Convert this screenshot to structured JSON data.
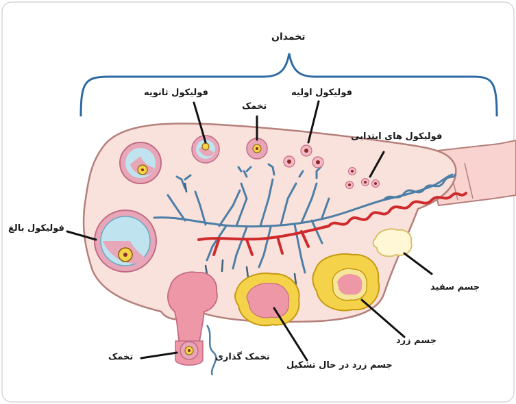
{
  "labels": {
    "ovary": "تخمدان",
    "secondary_follicle": "فولیکول ثانویه",
    "egg_top": "تخمک",
    "primary_follicle": "فولیکول اولیه",
    "primordial_follicles": "فولیکول های ابتدایی",
    "mature_follicle": "فولیکول بالغ",
    "corpus_albicans": "جسم سفید",
    "corpus_luteum": "جسم زرد",
    "forming_corpus_luteum": "جسم زرد در حال تشکیل",
    "ovulation": "تخمک گذاری",
    "egg_bottom": "تخمک"
  },
  "colors": {
    "ovary_fill": "#f9e1dc",
    "ovary_stroke": "#b57f7a",
    "brace": "#2d6aa3",
    "vein": "#4d7fa6",
    "artery": "#cf2a2c",
    "follicle_pink": "#e7a7b9",
    "antrum": "#bfe3ef",
    "corpus_yellow": "#f4d34a",
    "corpus_center": "#ee97a6",
    "leader": "#111111"
  }
}
